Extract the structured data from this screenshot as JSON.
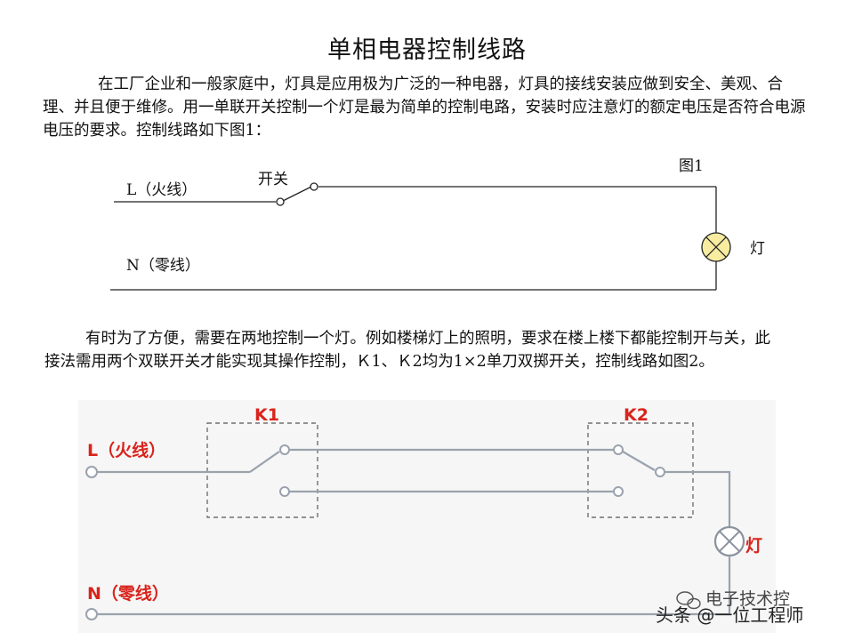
{
  "title": "单相电器控制线路",
  "intro_paragraph": "在工厂企业和一般家庭中，灯具是应用极为广泛的一种电器，灯具的接线安装应做到安全、美观、合理、并且便于维修。用一单联开关控制一个灯是最为简单的控制电路，安装时应注意灯的额定电压是否符合电源电压的要求。控制线路如下图1：",
  "figure1": {
    "caption": "图1",
    "live_wire_label": "L（火线）",
    "neutral_wire_label": "N（零线）",
    "switch_label": "开关",
    "lamp_label": "灯",
    "colors": {
      "lamp_fill": "#f7eca0",
      "wire": "#222222"
    },
    "icons": [
      "single-pole-switch-icon",
      "lamp-icon"
    ]
  },
  "second_paragraph": "有时为了方便，需要在两地控制一个灯。例如楼梯灯上的照明，要求在楼上楼下都能控制开与关，此接法需用两个双联开关才能实现其操作控制，Ｋ1、Ｋ2均为1×2单刀双掷开关，控制线路如图2。",
  "figure2": {
    "switch1_label": "K1",
    "switch2_label": "K2",
    "live_wire_label": "L（火线）",
    "neutral_wire_label": "N（零线）",
    "lamp_label": "灯",
    "colors": {
      "label_red": "#d9231c",
      "wire": "#9aa2ad",
      "panel": "#f6f6f6"
    },
    "icons": [
      "double-throw-switch-icon",
      "lamp-icon"
    ]
  },
  "watermark": {
    "left_text": "头条 @一位工程师",
    "right_text": "电子技术控",
    "icon": "wechat-icon"
  }
}
